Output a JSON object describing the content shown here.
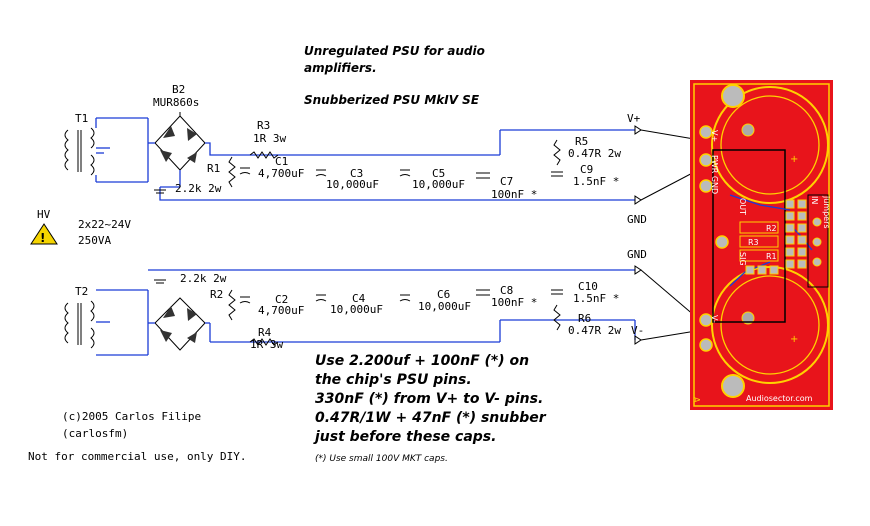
{
  "title": {
    "line1": "Unregulated PSU for audio",
    "line2": "amplifiers.",
    "line3": "Snubberized PSU MkIV SE"
  },
  "labels": {
    "T1": "T1",
    "T2": "T2",
    "B2": "B2",
    "B2_part": "MUR860s",
    "R1": "R1",
    "R1_val": "2.2k 2w",
    "R2": "R2",
    "R2_val": "2.2k 2w",
    "R3": "R3",
    "R3_val": "1R 3w",
    "R4": "R4",
    "R4_val": "1R 3w",
    "C1": "C1",
    "C1_val": "4,700uF",
    "C2": "C2",
    "C2_val": "4,700uF",
    "C3": "C3",
    "C3_val": "10,000uF",
    "C4": "C4",
    "C4_val": "10,000uF",
    "C5": "C5",
    "C5_val": "10,000uF",
    "C6": "C6",
    "C6_val": "10,000uF",
    "C7": "C7",
    "C7_val": "100nF *",
    "C8": "C8",
    "C8_val": "100nF *",
    "C9": "C9",
    "C9_val": "1.5nF *",
    "C10": "C10",
    "C10_val": "1.5nF *",
    "R5": "R5",
    "R5_val": "0.47R 2w",
    "R6": "R6",
    "R6_val": "0.47R 2w",
    "Vplus": "V+",
    "Vminus": "V-",
    "GND_top": "GND",
    "GND_bot": "GND",
    "HV": "HV",
    "trafo1": "2x22~24V",
    "trafo2": "250VA"
  },
  "notes": {
    "n1": "Use 2.200uf + 100nF (*) on",
    "n2": "the chip's PSU pins.",
    "n3": "330nF (*) from V+ to V- pins.",
    "n4": "0.47R/1W + 47nF (*) snubber",
    "n5": "just before these caps.",
    "small": "(*) Use small 100V MKT caps."
  },
  "credits": {
    "c1": "(c)2005 Carlos Filipe",
    "c2": "(carlosfm)",
    "c3": "Not for commercial use, only DIY."
  },
  "pcb": {
    "brand": "Audiosector.com",
    "r1": "R1",
    "r2": "R2",
    "r3": "R3",
    "v_plus": "V+",
    "v_minus": "V-",
    "pwr_gnd": "PWR GND",
    "out": "OUT",
    "sig": "SIG",
    "in": "IN",
    "jumpers": "jumpers"
  },
  "colors": {
    "board": "#e8141b",
    "trace": "#ffd200",
    "wire": "#1b3cd6",
    "hv_sign": "#f5d400"
  }
}
